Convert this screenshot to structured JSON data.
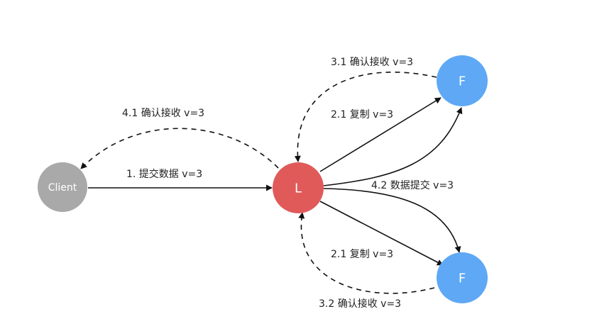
{
  "colors": {
    "client": "#a9a9a9",
    "leader": "#e05a5a",
    "follower": "#5ea8f5",
    "edge": "#111111"
  },
  "nodes": {
    "client": "Client",
    "leader": "L",
    "follower_top": "F",
    "follower_bottom": "F"
  },
  "edges": {
    "submit": "1. 提交数据 v=3",
    "replicate_top": "2.1 复制 v=3",
    "replicate_bottom": "2.1 复制 v=3",
    "ack_top": "3.1 确认接收 v=3",
    "ack_bottom": "3.2 确认接收 v=3",
    "commit": "4.2 数据提交 v=3",
    "ack_client": "4.1 确认接收 v=3"
  }
}
